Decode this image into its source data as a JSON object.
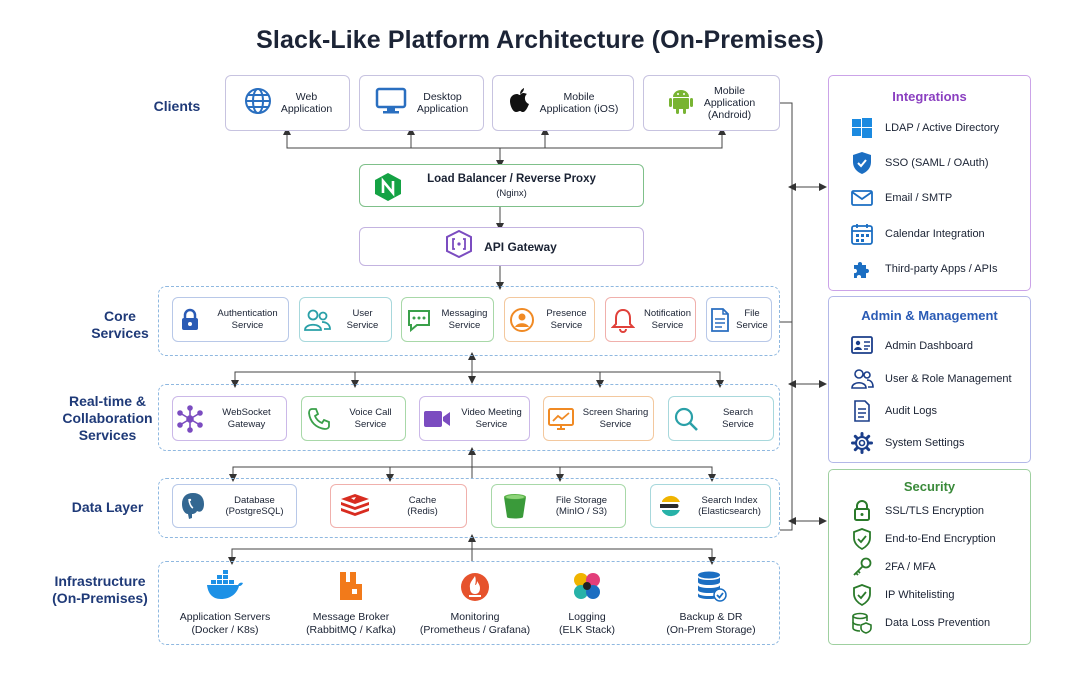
{
  "title": "Slack-Like Platform Architecture (On-Premises)",
  "row_labels": {
    "clients": "Clients",
    "core": "Core\nServices",
    "realtime": "Real-time &\nCollaboration\nServices",
    "data": "Data Layer",
    "infra": "Infrastructure\n(On-Premises)"
  },
  "clients": [
    {
      "label": "Web\nApplication",
      "icon": "globe-icon"
    },
    {
      "label": "Desktop\nApplication",
      "icon": "monitor-icon"
    },
    {
      "label": "Mobile\nApplication (iOS)",
      "icon": "apple-icon"
    },
    {
      "label": "Mobile\nApplication\n(Android)",
      "icon": "android-icon"
    }
  ],
  "load_balancer": {
    "label": "Load Balancer / Reverse Proxy",
    "sublabel": "(Nginx)",
    "icon": "nginx-icon"
  },
  "api_gateway": {
    "label": "API Gateway",
    "icon": "api-gateway-icon"
  },
  "core_services": [
    {
      "label": "Authentication\nService",
      "icon": "lock-icon",
      "color": "#2a5bb5"
    },
    {
      "label": "User\nService",
      "icon": "users-icon",
      "color": "#2aa0a8"
    },
    {
      "label": "Messaging\nService",
      "icon": "chat-icon",
      "color": "#3aa04a"
    },
    {
      "label": "Presence\nService",
      "icon": "presence-icon",
      "color": "#f08a24"
    },
    {
      "label": "Notification\nService",
      "icon": "bell-icon",
      "color": "#e0413a"
    },
    {
      "label": "File\nService",
      "icon": "file-icon",
      "color": "#2a6fc0"
    }
  ],
  "realtime_services": [
    {
      "label": "WebSocket\nGateway",
      "icon": "websocket-icon",
      "color": "#7b4cc0"
    },
    {
      "label": "Voice Call\nService",
      "icon": "phone-icon",
      "color": "#3aa04a"
    },
    {
      "label": "Video Meeting\nService",
      "icon": "video-icon",
      "color": "#7b4cc0"
    },
    {
      "label": "Screen Sharing\nService",
      "icon": "screen-share-icon",
      "color": "#f08a24"
    },
    {
      "label": "Search\nService",
      "icon": "search-icon",
      "color": "#2aa0a8"
    }
  ],
  "data_layer": [
    {
      "label": "Database\n(PostgreSQL)",
      "icon": "postgres-icon"
    },
    {
      "label": "Cache\n(Redis)",
      "icon": "redis-icon"
    },
    {
      "label": "File Storage\n(MinIO / S3)",
      "icon": "bucket-icon"
    },
    {
      "label": "Search Index\n(Elasticsearch)",
      "icon": "elasticsearch-icon"
    }
  ],
  "infrastructure": [
    {
      "label": "Application Servers\n(Docker / K8s)",
      "icon": "docker-icon"
    },
    {
      "label": "Message Broker\n(RabbitMQ / Kafka)",
      "icon": "rabbitmq-icon"
    },
    {
      "label": "Monitoring\n(Prometheus / Grafana)",
      "icon": "prometheus-icon"
    },
    {
      "label": "Logging\n(ELK Stack)",
      "icon": "elk-icon"
    },
    {
      "label": "Backup & DR\n(On-Prem Storage)",
      "icon": "database-backup-icon"
    }
  ],
  "panels": {
    "integrations": {
      "title": "Integrations",
      "color": "#8a3fc0",
      "items": [
        {
          "label": "LDAP / Active Directory",
          "icon": "windows-icon"
        },
        {
          "label": "SSO (SAML / OAuth)",
          "icon": "shield-icon"
        },
        {
          "label": "Email / SMTP",
          "icon": "mail-icon"
        },
        {
          "label": "Calendar Integration",
          "icon": "calendar-icon"
        },
        {
          "label": "Third-party Apps / APIs",
          "icon": "puzzle-icon"
        }
      ]
    },
    "admin": {
      "title": "Admin & Management",
      "color": "#2a5bb5",
      "items": [
        {
          "label": "Admin Dashboard",
          "icon": "dashboard-icon"
        },
        {
          "label": "User & Role Management",
          "icon": "users-icon"
        },
        {
          "label": "Audit Logs",
          "icon": "document-icon"
        },
        {
          "label": "System Settings",
          "icon": "gear-icon"
        }
      ]
    },
    "security": {
      "title": "Security",
      "color": "#3a8a3a",
      "items": [
        {
          "label": "SSL/TLS Encryption",
          "icon": "lock-icon"
        },
        {
          "label": "End-to-End Encryption",
          "icon": "shield-check-icon"
        },
        {
          "label": "2FA / MFA",
          "icon": "key-icon"
        },
        {
          "label": "IP Whitelisting",
          "icon": "shield-check-icon"
        },
        {
          "label": "Data Loss Prevention",
          "icon": "database-shield-icon"
        }
      ]
    }
  }
}
